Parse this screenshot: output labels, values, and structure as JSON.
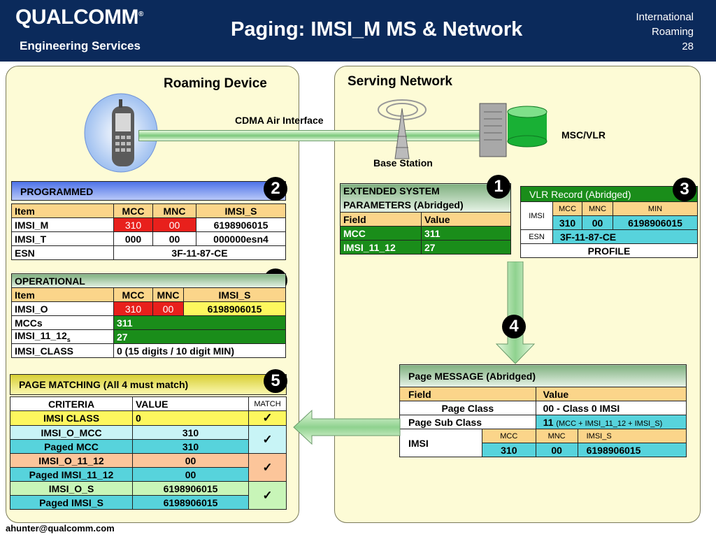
{
  "header": {
    "logo_text": "QUALCOMM",
    "logo_reg": "®",
    "subtitle": "Engineering Services",
    "title": "Paging: IMSI_M MS & Network",
    "corner_line1": "International",
    "corner_line2": "Roaming",
    "page_number": "28"
  },
  "left": {
    "heading": "Roaming Device",
    "air_interface": "CDMA Air Interface",
    "programmed": {
      "title": "PROGRAMMED",
      "badge": "2",
      "headers": [
        "Item",
        "MCC",
        "MNC",
        "IMSI_S"
      ],
      "rows": [
        [
          "IMSI_M",
          "310",
          "00",
          "6198906015"
        ],
        [
          "IMSI_T",
          "000",
          "00",
          "000000esn4"
        ]
      ],
      "esn_label": "ESN",
      "esn_value": "3F-11-87-CE"
    },
    "operational": {
      "title": "OPERATIONAL",
      "badge": "3",
      "headers": [
        "Item",
        "MCC",
        "MNC",
        "IMSI_S"
      ],
      "imsi_o": [
        "IMSI_O",
        "310",
        "00",
        "6198906015"
      ],
      "mccs": [
        "MCCs",
        "311"
      ],
      "imsi_11_12": [
        "IMSI_11_12",
        "s",
        "27"
      ],
      "imsi_class": [
        "IMSI_CLASS",
        "0 (15 digits / 10 digit MIN)"
      ]
    },
    "matching": {
      "title": "PAGE MATCHING (All 4 must match)",
      "badge": "5",
      "headers": [
        "CRITERIA",
        "VALUE",
        "MATCH"
      ],
      "check": "✓",
      "rows": [
        [
          "IMSI CLASS",
          "0"
        ],
        [
          "IMSI_O_MCC",
          "310"
        ],
        [
          "Paged MCC",
          "310"
        ],
        [
          "IMSI_O_11_12",
          "00"
        ],
        [
          "Paged IMSI_11_12",
          "00"
        ],
        [
          "IMSI_O_S",
          "6198906015"
        ],
        [
          "Paged IMSI_S",
          "6198906015"
        ]
      ]
    }
  },
  "right": {
    "heading": "Serving Network",
    "msc_label": "MSC/VLR",
    "base_station": "Base Station",
    "esp": {
      "title_line1": "EXTENDED SYSTEM",
      "title_line2": "PARAMETERS (Abridged)",
      "badge": "1",
      "headers": [
        "Field",
        "Value"
      ],
      "rows": [
        [
          "MCC",
          "311"
        ],
        [
          "IMSI_11_12",
          "27"
        ]
      ]
    },
    "vlr": {
      "title": "VLR Record (Abridged)",
      "badge": "3",
      "imsi_label": "IMSI",
      "sub_headers": [
        "MCC",
        "MNC",
        "MIN"
      ],
      "values": [
        "310",
        "00",
        "6198906015"
      ],
      "esn_label": "ESN",
      "esn_value": "3F-11-87-CE",
      "profile": "PROFILE"
    },
    "step4_badge": "4",
    "page_msg": {
      "title": "Page MESSAGE (Abridged)",
      "headers": [
        "Field",
        "Value"
      ],
      "page_class": [
        "Page Class",
        "00 -  Class 0 IMSI"
      ],
      "page_sub_class_label": "Page Sub Class",
      "page_sub_class_value": "11",
      "page_sub_class_note": "(MCC + IMSI_11_12 + IMSI_S)",
      "imsi_label": "IMSI",
      "sub_headers": [
        "MCC",
        "MNC",
        "IMSI_S"
      ],
      "values": [
        "310",
        "00",
        "6198906015"
      ]
    }
  },
  "footer": "ahunter@qualcomm.com",
  "colors": {
    "header_bg": "#0b2a5b",
    "panel_bg": "#fdfbd6",
    "red": "#e8201c",
    "green": "#1a8d1a",
    "cyan": "#57d3dc",
    "orange_header": "#fbd58a"
  }
}
